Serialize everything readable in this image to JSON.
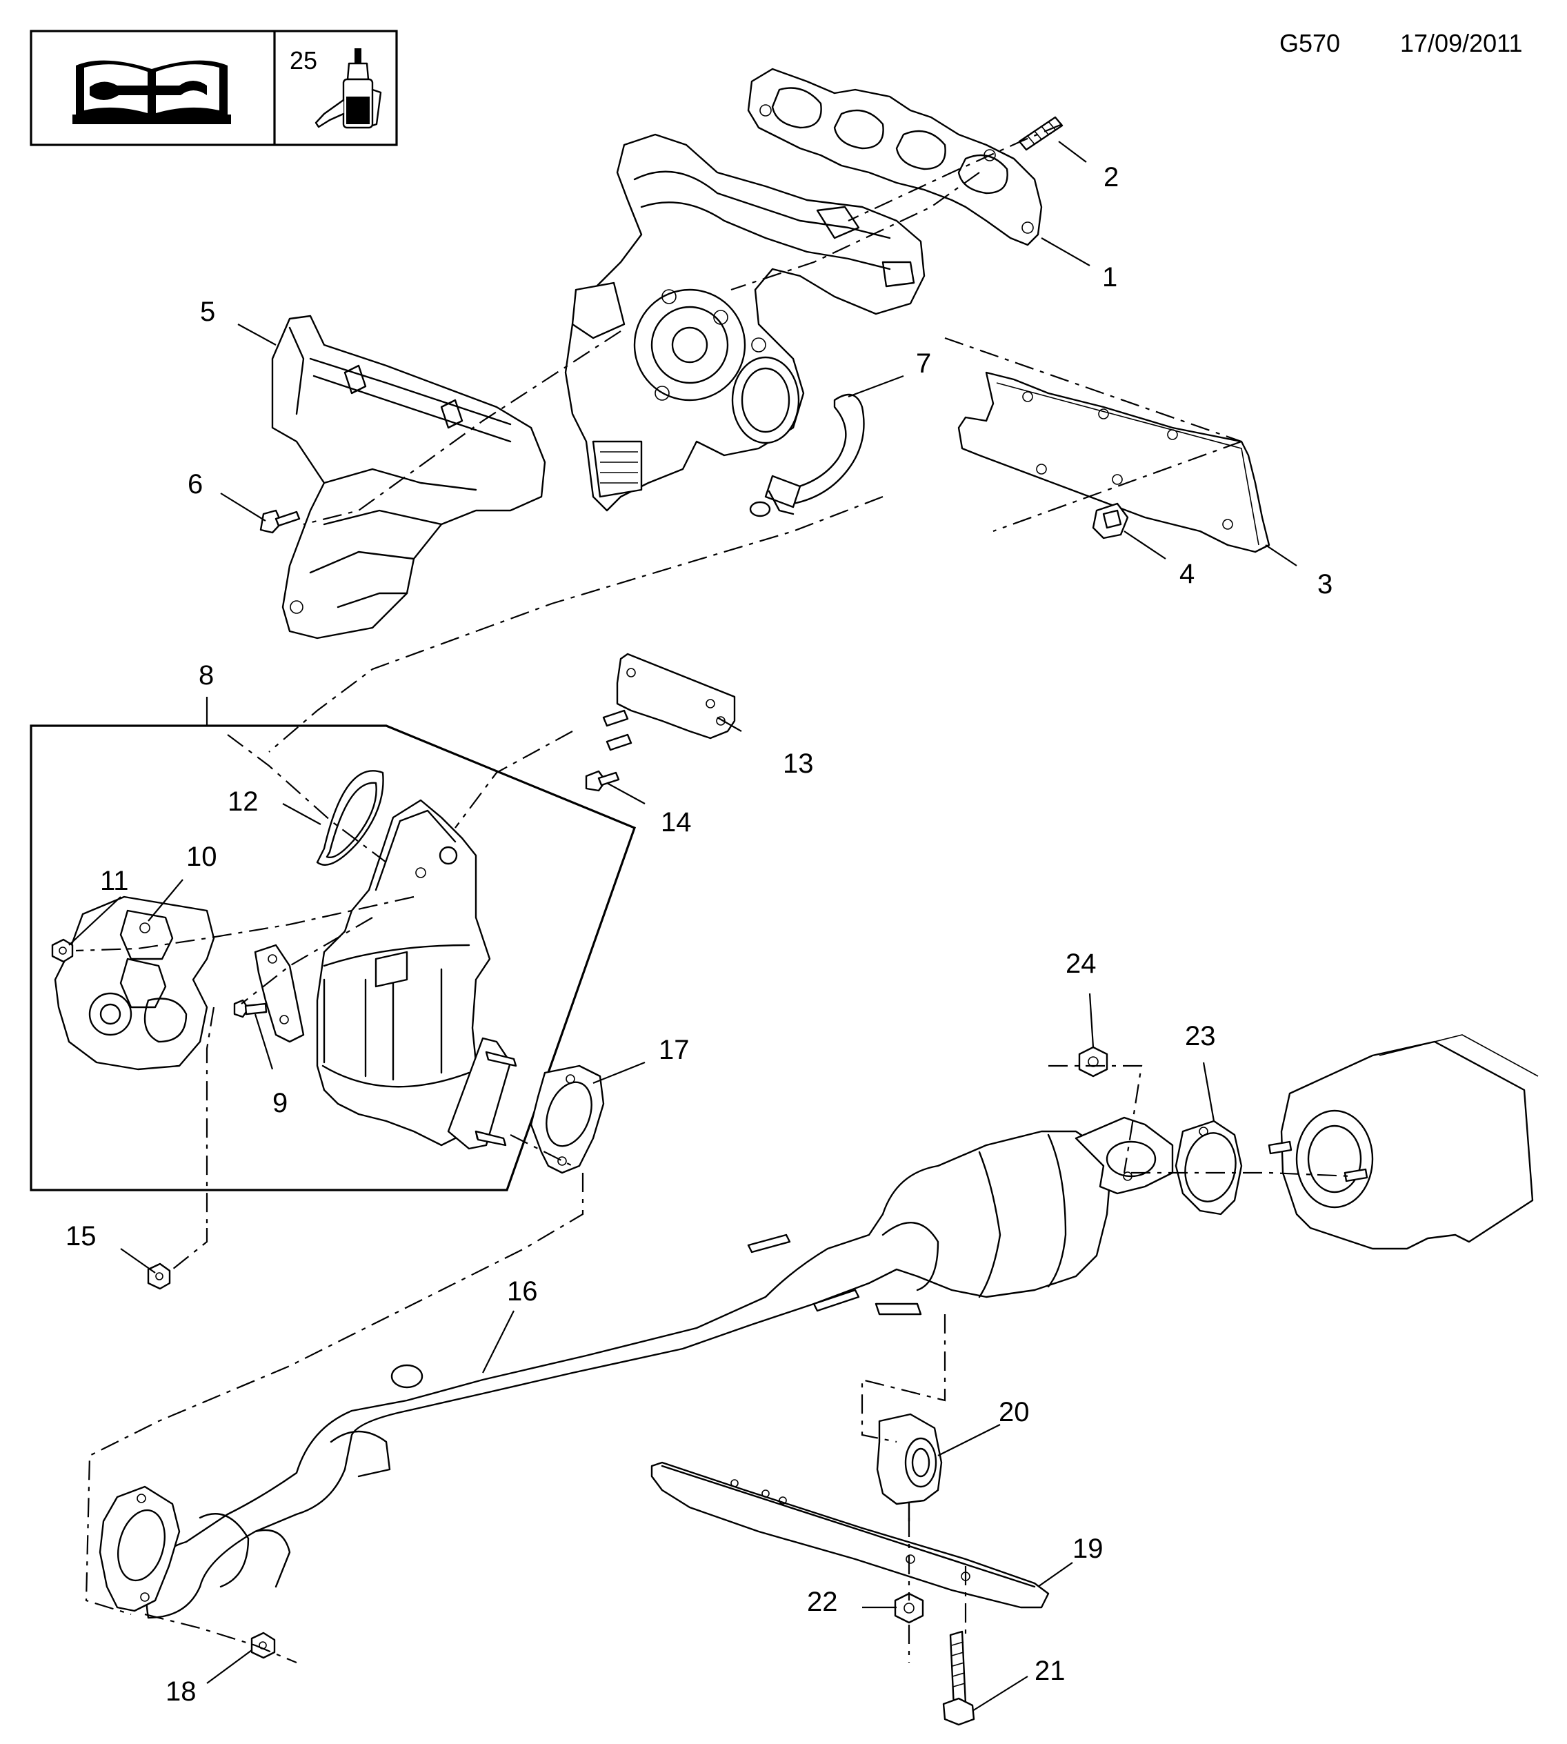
{
  "header": {
    "diagram_code": "G570",
    "date": "17/09/2011",
    "legend_number": "25"
  },
  "icons": {
    "manual": "repair-manual-icon",
    "adhesive": "adhesive-bottle-icon"
  },
  "callouts": {
    "c1": "1",
    "c2": "2",
    "c3": "3",
    "c4": "4",
    "c5": "5",
    "c6": "6",
    "c7": "7",
    "c8": "8",
    "c9": "9",
    "c10": "10",
    "c11": "11",
    "c12": "12",
    "c13": "13",
    "c14": "14",
    "c15": "15",
    "c16": "16",
    "c17": "17",
    "c18": "18",
    "c19": "19",
    "c20": "20",
    "c21": "21",
    "c22": "22",
    "c23": "23",
    "c24": "24"
  }
}
